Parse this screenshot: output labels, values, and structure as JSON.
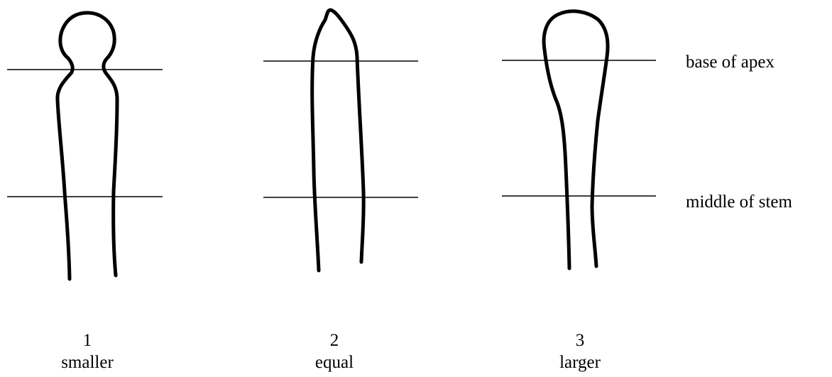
{
  "line_labels": {
    "top": "base of apex",
    "bottom": "middle of stem"
  },
  "specimens": [
    {
      "number": "1",
      "label": "smaller"
    },
    {
      "number": "2",
      "label": "equal"
    },
    {
      "number": "3",
      "label": "larger"
    }
  ],
  "colors": {
    "ink": "#000000",
    "background": "#ffffff"
  }
}
